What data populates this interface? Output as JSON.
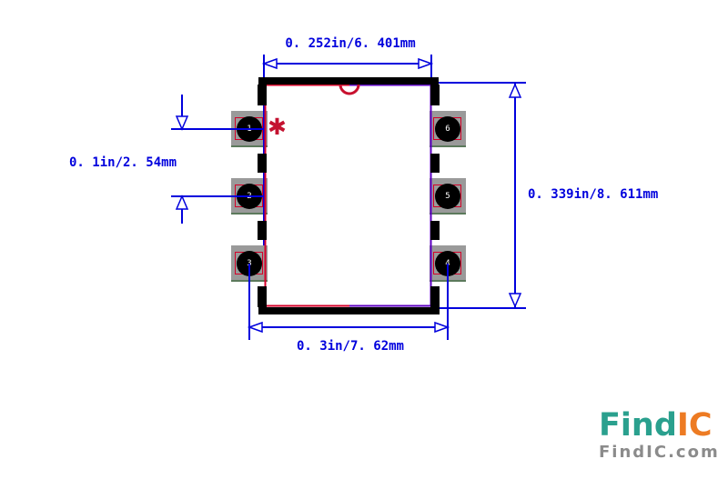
{
  "diagram": {
    "labels": {
      "top_dimension": "0. 252in/6. 401mm",
      "left_dimension": "0. 1in/2. 54mm",
      "right_dimension": "0. 339in/8. 611mm",
      "bottom_dimension": "0. 3in/7. 62mm",
      "pin1_marker": "✱"
    },
    "pins": [
      {
        "label": "1"
      },
      {
        "label": "2"
      },
      {
        "label": "3"
      },
      {
        "label": "6"
      },
      {
        "label": "5"
      },
      {
        "label": "4"
      }
    ],
    "colors": {
      "dimension_blue": "#0000dd",
      "outline_red": "#d40029",
      "overlap_purple": "#5c00c0",
      "pad_gray": "#9a9a9a",
      "lead_black": "#000000",
      "marker_red": "#c41230"
    }
  },
  "branding": {
    "logo_part1": "Find",
    "logo_part2": "IC",
    "site_url": "FindIC.com",
    "colors": {
      "teal": "#2aa08e",
      "orange": "#ed7b23",
      "gray": "#8b8b8b"
    }
  }
}
